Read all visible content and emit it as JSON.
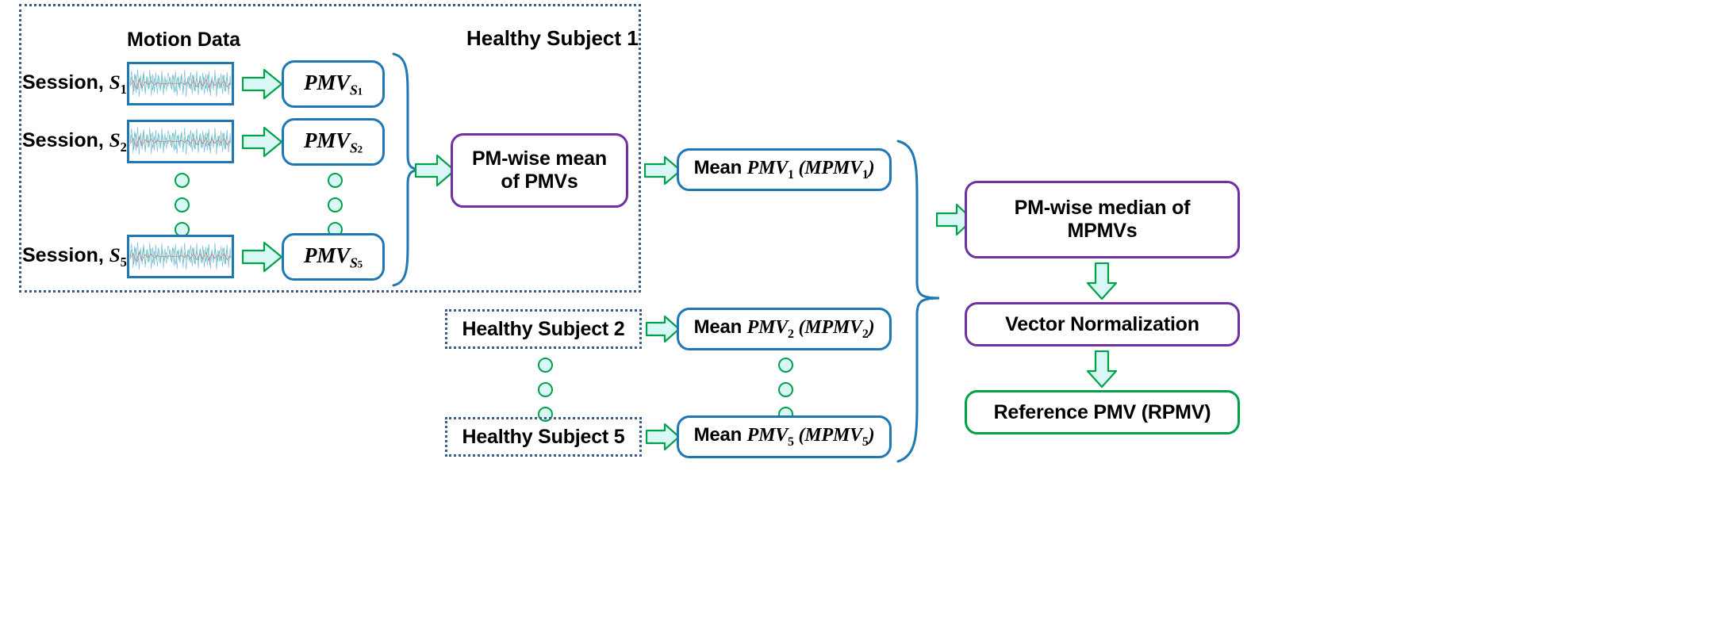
{
  "diagram": {
    "title_subject1": "Healthy Subject 1",
    "motion_data_heading": "Motion Data",
    "sessions": [
      {
        "label_prefix": "Session, ",
        "label_sym": "S",
        "label_sub": "1",
        "pmv_base": "PMV",
        "pmv_sub_sym": "S",
        "pmv_sub_num": "1"
      },
      {
        "label_prefix": "Session, ",
        "label_sym": "S",
        "label_sub": "2",
        "pmv_base": "PMV",
        "pmv_sub_sym": "S",
        "pmv_sub_num": "2"
      },
      {
        "label_prefix": "Session, ",
        "label_sym": "S",
        "label_sub": "5",
        "pmv_base": "PMV",
        "pmv_sub_sym": "S",
        "pmv_sub_num": "5"
      }
    ],
    "pm_wise_mean": "PM-wise mean\nof PMVs",
    "pm_wise_mean_line1": "PM-wise mean",
    "pm_wise_mean_line2": "of PMVs",
    "mean_pmv_boxes": [
      {
        "prefix": "Mean ",
        "base": "PMV",
        "sub": "1",
        "paren_open": " (",
        "acro": "MPMV",
        "acro_sub": "1",
        "paren_close": ")"
      },
      {
        "prefix": "Mean ",
        "base": "PMV",
        "sub": "2",
        "paren_open": " (",
        "acro": "MPMV",
        "acro_sub": "2",
        "paren_close": ")"
      },
      {
        "prefix": "Mean ",
        "base": "PMV",
        "sub": "5",
        "paren_open": " (",
        "acro": "MPMV",
        "acro_sub": "5",
        "paren_close": ")"
      }
    ],
    "subject_boxes": [
      {
        "label": "Healthy Subject 2"
      },
      {
        "label": "Healthy Subject 5"
      }
    ],
    "pm_wise_median_line1": "PM-wise median of",
    "pm_wise_median_line2": "MPMVs",
    "vector_normalization": "Vector Normalization",
    "reference_pmv": "Reference PMV (RPMV)",
    "colors": {
      "box_blue": "#1f77b4",
      "box_purple": "#7030a0",
      "box_green": "#00a14b",
      "arrow_outline": "#00a14b",
      "arrow_fill": "#d9f7f4",
      "frame_dotted": "#3b5a8c",
      "signal_blue": "#7fb8e8",
      "signal_green": "#58c9a0",
      "signal_pink": "#d06b93",
      "text": "#000000"
    }
  }
}
